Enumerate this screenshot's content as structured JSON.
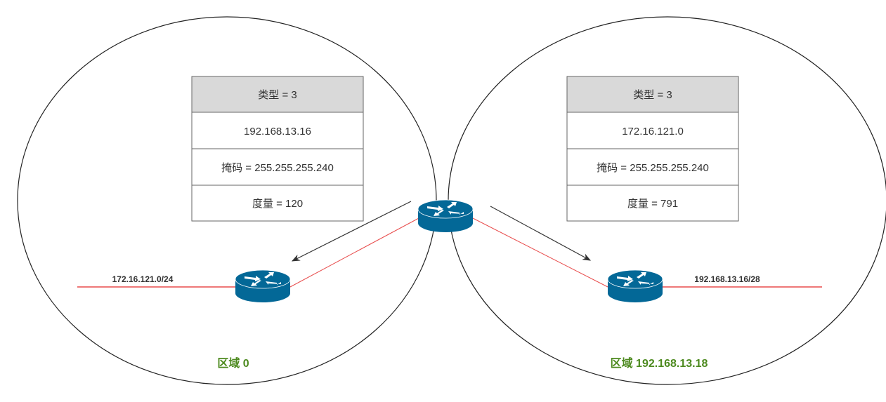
{
  "areas": [
    {
      "label": "区域 0",
      "network": "172.16.121.0/24",
      "table": {
        "header": "类型 = 3",
        "rows": [
          "192.168.13.16",
          "掩码 = 255.255.255.240",
          "度量 = 120"
        ]
      }
    },
    {
      "label": "区域 192.168.13.18",
      "network": "192.168.13.16/28",
      "table": {
        "header": "类型 = 3",
        "rows": [
          "172.16.121.0",
          "掩码 = 255.255.255.240",
          "度量 = 791"
        ]
      }
    }
  ],
  "colors": {
    "router": "#036897",
    "link": "#e84c4c",
    "area_label": "#4d8a1f",
    "header_fill": "#d9d9d9"
  }
}
